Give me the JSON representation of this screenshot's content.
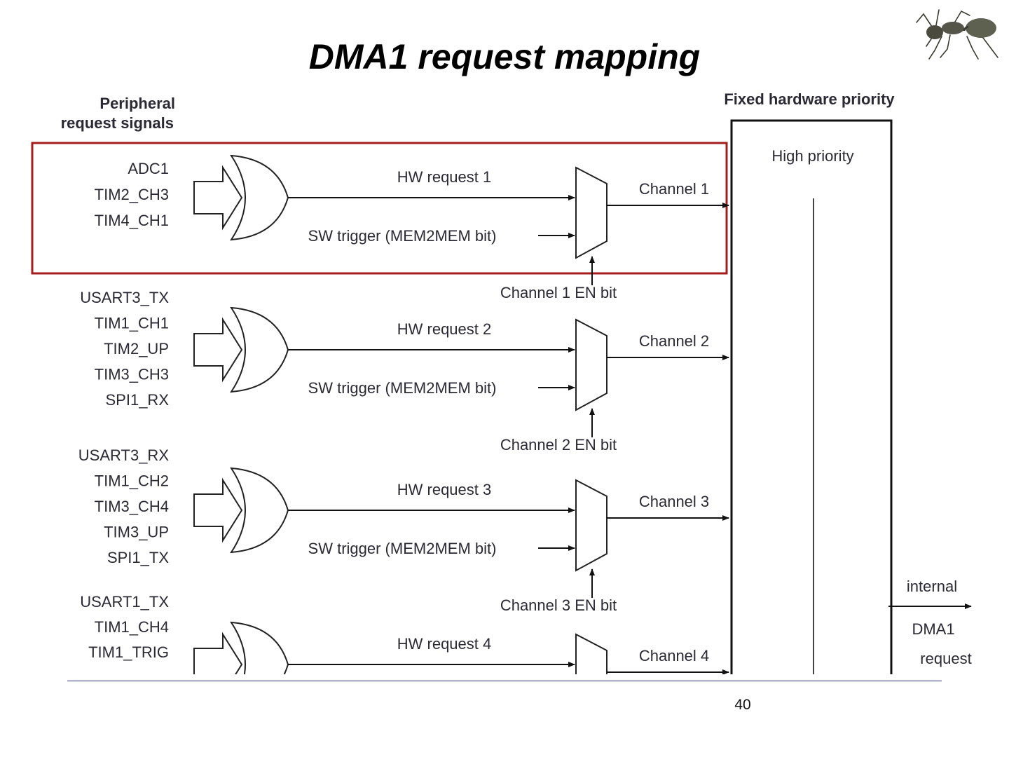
{
  "slide": {
    "title": "DMA1 request mapping",
    "page_number": "40",
    "logo_icon": "ant-icon"
  },
  "diagram": {
    "left_header_line1": "Peripheral",
    "left_header_line2": "request signals",
    "right_header": "Fixed hardware priority",
    "high_priority_label": "High priority",
    "output_label_line1": "internal",
    "output_label_line2": "DMA1",
    "output_label_line3": "request",
    "highlight_color": "#a51c1c",
    "channels": [
      {
        "signals": [
          "ADC1",
          "TIM2_CH3",
          "TIM4_CH1"
        ],
        "hw_request": "HW request 1",
        "sw_trigger": "SW trigger (MEM2MEM bit)",
        "channel": "Channel 1",
        "en_bit": "Channel 1 EN bit",
        "highlighted": true
      },
      {
        "signals": [
          "USART3_TX",
          "TIM1_CH1",
          "TIM2_UP",
          "TIM3_CH3",
          "SPI1_RX"
        ],
        "hw_request": "HW request 2",
        "sw_trigger": "SW trigger (MEM2MEM bit)",
        "channel": "Channel 2",
        "en_bit": "Channel 2 EN bit",
        "highlighted": false
      },
      {
        "signals": [
          "USART3_RX",
          "TIM1_CH2",
          "TIM3_CH4",
          "TIM3_UP",
          "SPI1_TX"
        ],
        "hw_request": "HW request 3",
        "sw_trigger": "SW trigger (MEM2MEM bit)",
        "channel": "Channel 3",
        "en_bit": "Channel 3 EN bit",
        "highlighted": false
      },
      {
        "signals": [
          "USART1_TX",
          "TIM1_CH4",
          "TIM1_TRIG"
        ],
        "hw_request": "HW request 4",
        "sw_trigger": "",
        "channel": "Channel 4",
        "en_bit": "",
        "highlighted": false
      }
    ]
  }
}
